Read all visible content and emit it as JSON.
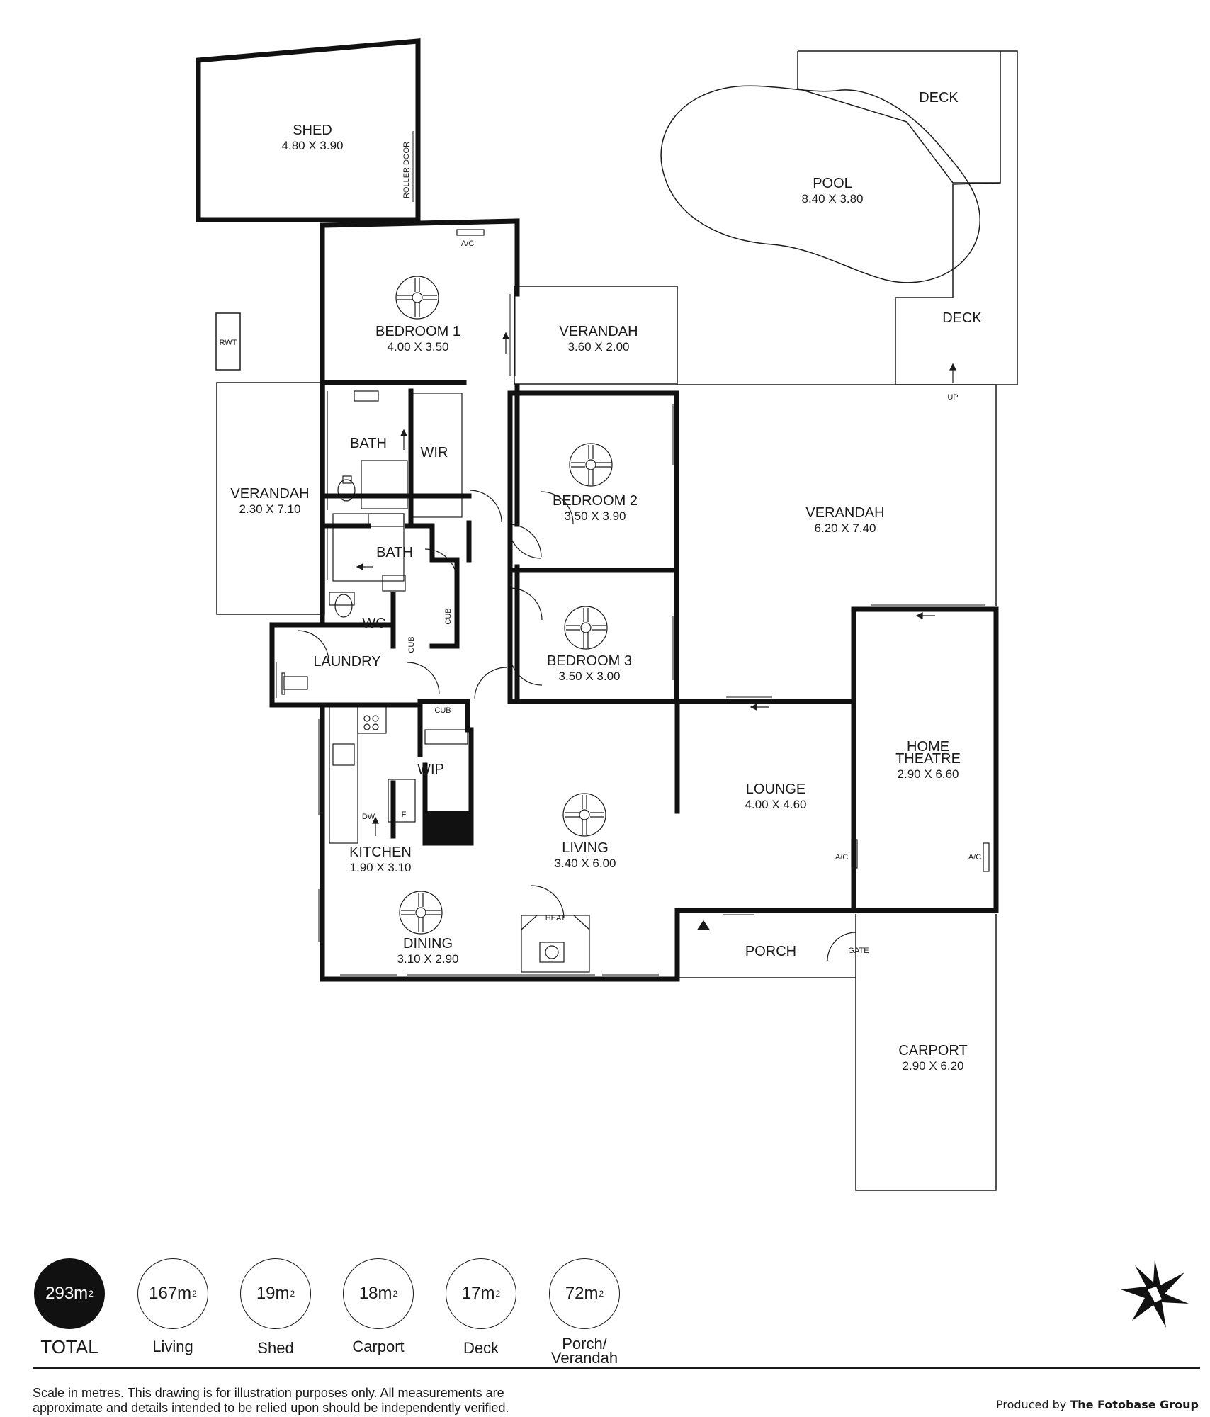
{
  "rooms": {
    "shed": {
      "name": "SHED",
      "dims": "4.80 X 3.90"
    },
    "bedroom1": {
      "name": "BEDROOM 1",
      "dims": "4.00 X 3.50"
    },
    "verandah_top": {
      "name": "VERANDAH",
      "dims": "3.60 X 2.00"
    },
    "pool": {
      "name": "POOL",
      "dims": "8.40 X 3.80"
    },
    "deck_top": {
      "name": "DECK"
    },
    "deck_mid": {
      "name": "DECK"
    },
    "verandah_left": {
      "name": "VERANDAH",
      "dims": "2.30 X 7.10"
    },
    "bath1": {
      "name": "BATH"
    },
    "wir": {
      "name": "WIR"
    },
    "bedroom2": {
      "name": "BEDROOM 2",
      "dims": "3.50 X 3.90"
    },
    "verandah_main": {
      "name": "VERANDAH",
      "dims": "6.20 X 7.40"
    },
    "bath2": {
      "name": "BATH"
    },
    "wc": {
      "name": "WC"
    },
    "laundry": {
      "name": "LAUNDRY"
    },
    "bedroom3": {
      "name": "BEDROOM 3",
      "dims": "3.50 X 3.00"
    },
    "home_theatre": {
      "name1": "HOME",
      "name2": "THEATRE",
      "dims": "2.90 X 6.60"
    },
    "wip": {
      "name": "WIP"
    },
    "lounge": {
      "name": "LOUNGE",
      "dims": "4.00 X 4.60"
    },
    "kitchen": {
      "name": "KITCHEN",
      "dims": "1.90 X 3.10"
    },
    "living": {
      "name": "LIVING",
      "dims": "3.40 X 6.00"
    },
    "dining": {
      "name": "DINING",
      "dims": "3.10 X 2.90"
    },
    "porch": {
      "name": "PORCH"
    },
    "carport": {
      "name": "CARPORT",
      "dims": "2.90 X 6.20"
    }
  },
  "labels": {
    "roller_door": "ROLLER DOOR",
    "ac": "A/C",
    "rwt": "RWT",
    "up": "UP",
    "cub": "CUB",
    "dw": "DW",
    "f": "F",
    "heat": "HEAT",
    "gate": "GATE"
  },
  "stats": [
    {
      "value": "293m",
      "label": "TOTAL"
    },
    {
      "value": "167m",
      "label": "Living"
    },
    {
      "value": "19m",
      "label": "Shed"
    },
    {
      "value": "18m",
      "label": "Carport"
    },
    {
      "value": "17m",
      "label": "Deck"
    },
    {
      "value": "72m",
      "label": "Porch/ Verandah"
    }
  ],
  "unit_sup": "2",
  "footer": {
    "disclaimer": "Scale in metres. This drawing is for illustration purposes only. All measurements are approximate and details intended to be relied upon should be independently verified.",
    "credit_prefix": "Produced by",
    "credit_company": "The Fotobase Group"
  }
}
